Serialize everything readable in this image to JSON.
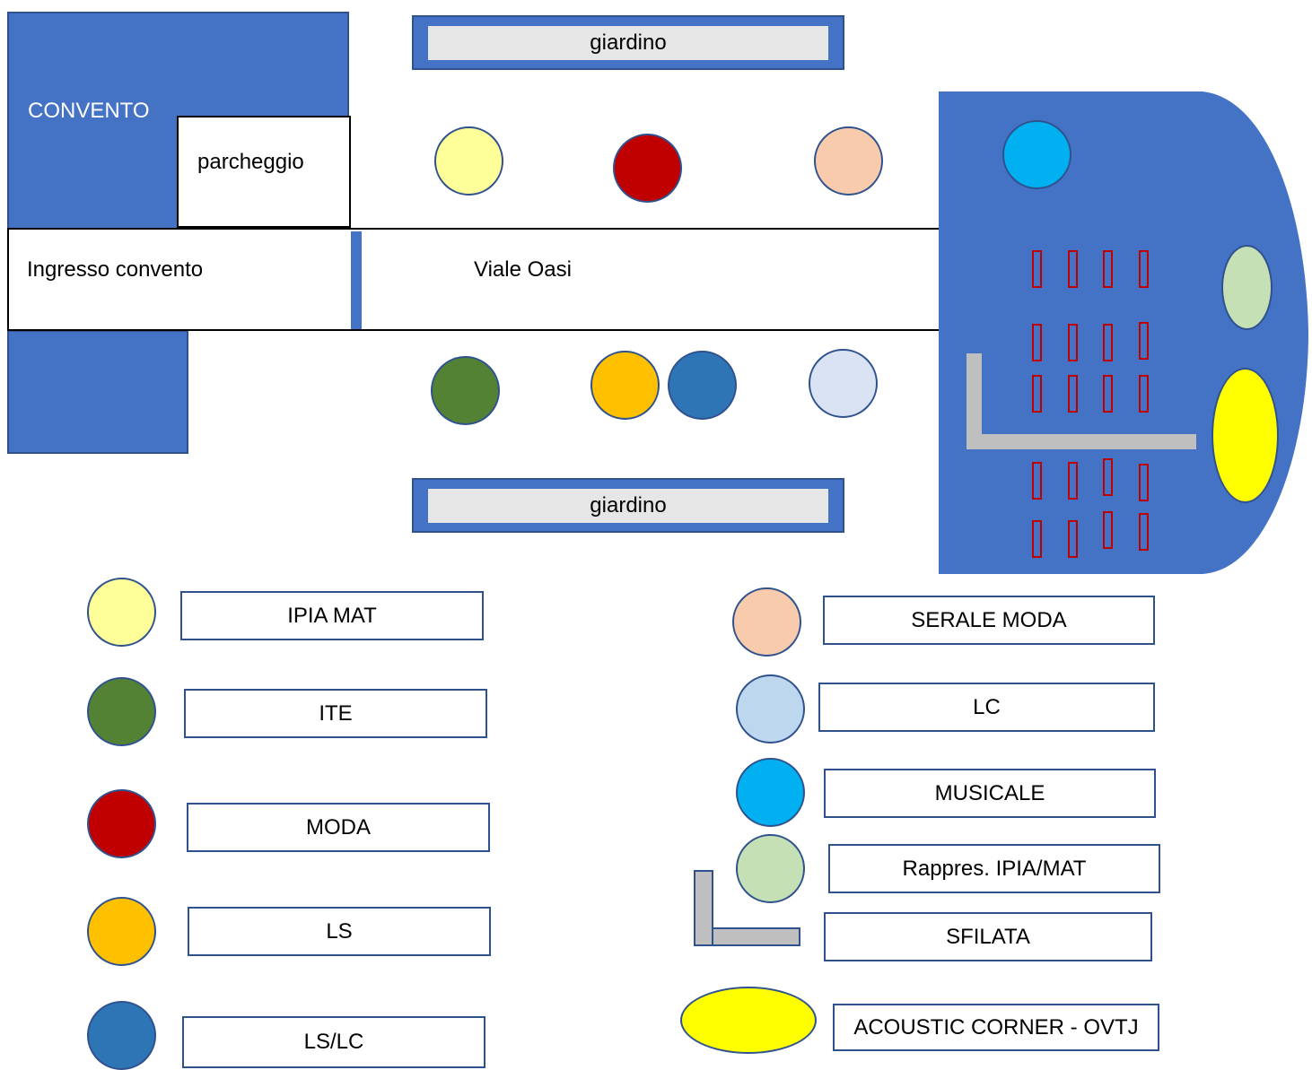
{
  "map": {
    "convent_label": "CONVENTO",
    "parking_label": "parcheggio",
    "entrance_label": "Ingresso convento",
    "road_label": "Viale Oasi",
    "garden_top_label": "giardino",
    "garden_bottom_label": "giardino"
  },
  "colors": {
    "building": "#4472c4",
    "ipia_mat": "#ffff99",
    "ite": "#548235",
    "moda": "#c00000",
    "ls": "#ffc000",
    "ls_lc": "#2e75b6",
    "serale_moda": "#f8cbad",
    "lc": "#bdd7ee",
    "musicale": "#00b0f0",
    "rappres_ipia_mat": "#c5e0b4",
    "acoustic_corner": "#ffff00",
    "seats": "#c00000",
    "runway": "#bfbfbf"
  },
  "legend": {
    "left": [
      {
        "key": "ipia_mat",
        "label": "IPIA MAT"
      },
      {
        "key": "ite",
        "label": "ITE"
      },
      {
        "key": "moda",
        "label": "MODA"
      },
      {
        "key": "ls",
        "label": "LS"
      },
      {
        "key": "ls_lc",
        "label": "LS/LC"
      }
    ],
    "right": [
      {
        "key": "serale_moda",
        "label": "SERALE MODA"
      },
      {
        "key": "lc",
        "label": "LC"
      },
      {
        "key": "musicale",
        "label": "MUSICALE"
      },
      {
        "key": "rappres_ipia_mat",
        "label": "Rappres. IPIA/MAT"
      },
      {
        "key": "sfilata",
        "label": "SFILATA"
      },
      {
        "key": "acoustic_corner",
        "label": "ACOUSTIC CORNER - OVTJ"
      }
    ]
  }
}
